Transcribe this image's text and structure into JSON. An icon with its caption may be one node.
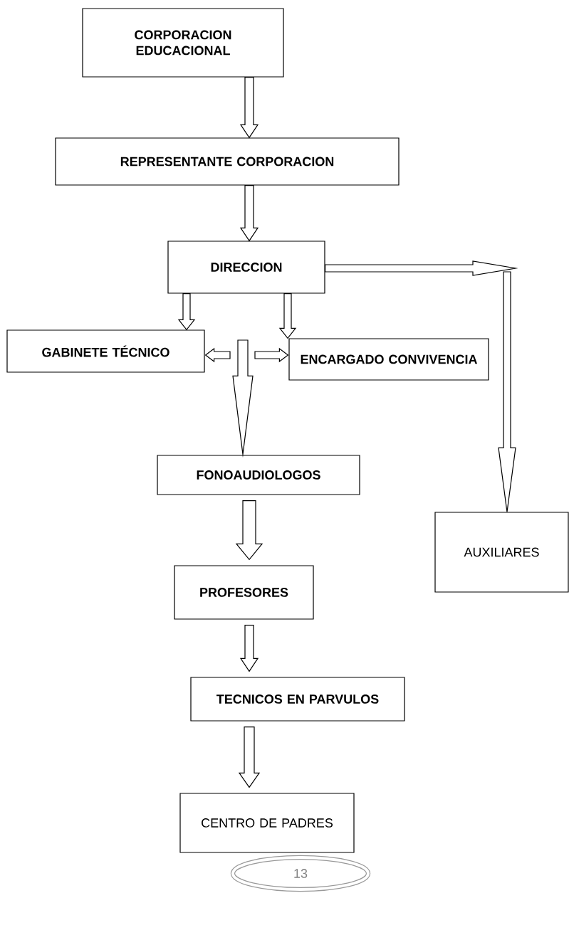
{
  "diagram": {
    "nodes": [
      {
        "text": [
          "CORPORACION EDUCACIONAL"
        ]
      },
      {
        "text": [
          "REPRESENTANTE CORPORACION"
        ]
      },
      {
        "text": [
          "DIRECCION"
        ]
      },
      {
        "text": [
          "GABINETE TÉCNICO"
        ]
      },
      {
        "text": [
          "ENCARGADO CONVIVENCIA"
        ]
      },
      {
        "text": [
          "FONOAUDIOLOGOS"
        ]
      },
      {
        "text": [
          "AUXILIARES"
        ]
      },
      {
        "text": [
          "PROFESORES"
        ]
      },
      {
        "text": [
          "TECNICOS EN PARVULOS"
        ]
      },
      {
        "text": [
          "CENTRO DE PADRES"
        ]
      },
      {
        "text": [
          "13"
        ]
      }
    ],
    "edges": [
      {
        "from": 0,
        "to": 1,
        "arrow": "to"
      },
      {
        "from": 1,
        "to": 2,
        "arrow": "to"
      },
      {
        "from": 2,
        "to": 3,
        "arrow": "to"
      },
      {
        "from": 2,
        "to": 4,
        "arrow": "to"
      },
      {
        "from": 2,
        "to": 6,
        "arrow": "to"
      },
      {
        "from": null,
        "to": 3,
        "arrow": "to"
      },
      {
        "from": null,
        "to": 4,
        "arrow": "to"
      },
      {
        "from": null,
        "to": 5,
        "arrow": "to"
      },
      {
        "from": 5,
        "to": 7,
        "arrow": "to"
      },
      {
        "from": 7,
        "to": 8,
        "arrow": "to"
      },
      {
        "from": 8,
        "to": 9,
        "arrow": "to"
      }
    ]
  }
}
